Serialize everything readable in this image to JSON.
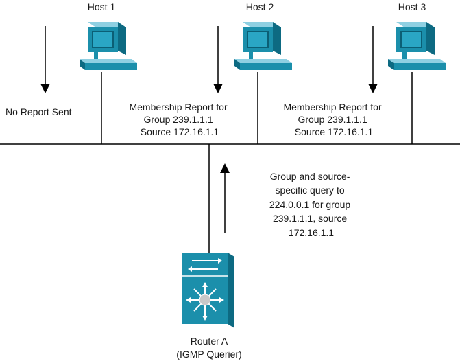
{
  "hosts": [
    {
      "label": "Host 1"
    },
    {
      "label": "Host 2"
    },
    {
      "label": "Host 3"
    }
  ],
  "annotations": {
    "host1": [
      "No Report Sent"
    ],
    "host2": [
      "Membership Report for",
      "Group 239.1.1.1",
      "Source 172.16.1.1"
    ],
    "host3": [
      "Membership Report for",
      "Group 239.1.1.1",
      "Source 172.16.1.1"
    ],
    "query": [
      "Group and source-",
      "specific query to",
      "224.0.0.1 for group",
      "239.1.1.1, source",
      "172.16.1.1"
    ]
  },
  "router": {
    "name": "Router A",
    "role": "(IGMP Querier)"
  },
  "colors": {
    "device_teal": "#1b8fab",
    "device_light": "#8fd0e2",
    "device_dark": "#0d6a82",
    "line": "#000000"
  }
}
